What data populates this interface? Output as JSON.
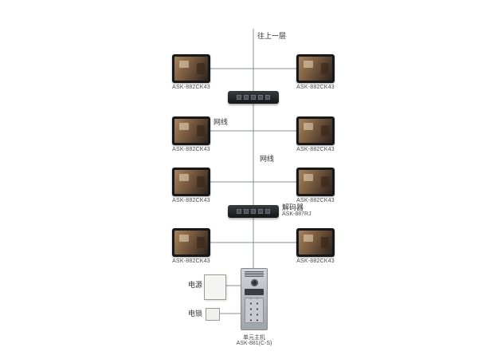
{
  "labels": {
    "top_riser": "往上一层",
    "cable_left": "网线",
    "cable_right": "网线",
    "decoder_name": "解码器",
    "decoder_model": "ASK-887RJ",
    "power": "电源",
    "lock": "电锁",
    "door_name": "单元主机",
    "door_model": "ASK-881(C-S)"
  },
  "monitors": [
    {
      "label": "ASK-882CK43"
    },
    {
      "label": "ASK-882CK43"
    },
    {
      "label": "ASK-882CK43"
    },
    {
      "label": "ASK-882CK43"
    },
    {
      "label": "ASK-882CK43"
    },
    {
      "label": "ASK-882CK43"
    },
    {
      "label": "ASK-882CK43"
    },
    {
      "label": "ASK-882CK43"
    }
  ],
  "colors": {
    "wire": "#8a9099",
    "monitor_frame": "#17181a",
    "switch_body": "#1b1c1f",
    "background": "#ffffff",
    "text": "#2e2e2e"
  }
}
